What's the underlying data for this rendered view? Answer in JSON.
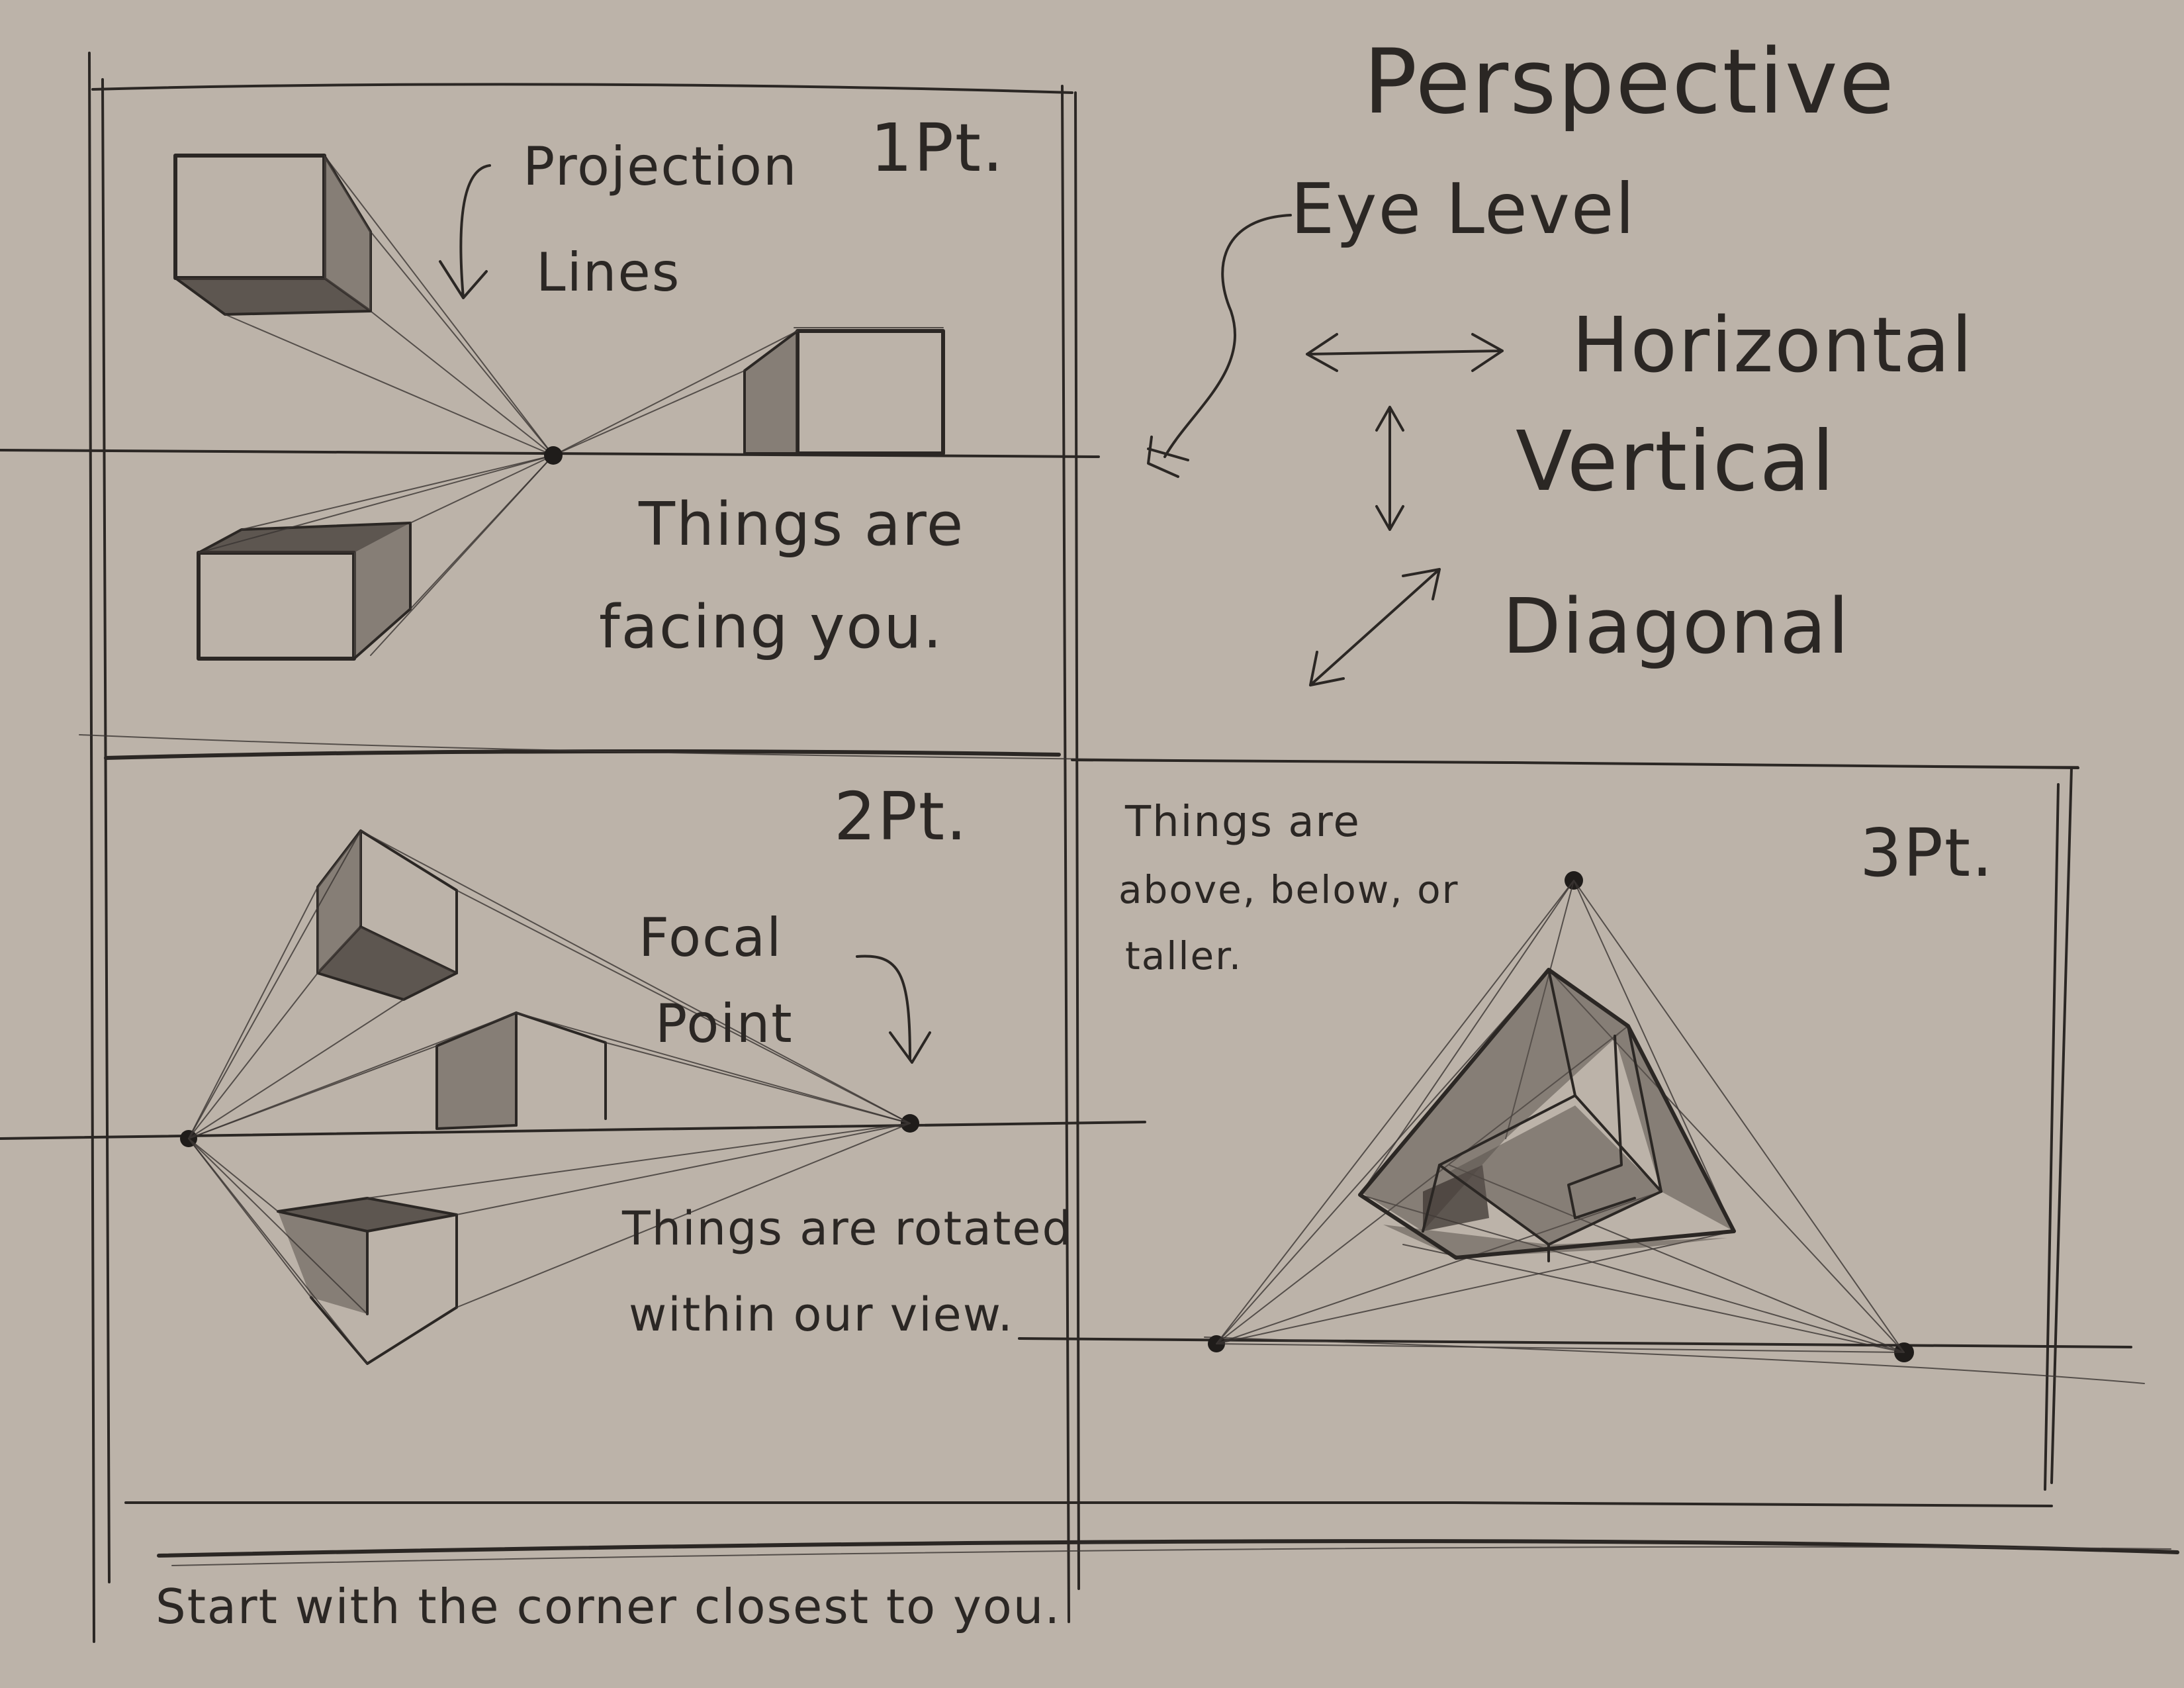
{
  "title": "Perspective",
  "concepts": {
    "eye_level": "Eye Level",
    "horizontal": "Horizontal",
    "vertical": "Vertical",
    "diagonal": "Diagonal"
  },
  "one_point": {
    "label": "1Pt.",
    "projection_lines": [
      "Projection",
      "Lines"
    ],
    "note": [
      "Things are",
      "facing you."
    ]
  },
  "two_point": {
    "label": "2Pt.",
    "focal_point": [
      "Focal",
      "Point"
    ],
    "note": [
      "Things are rotated",
      "within our view."
    ]
  },
  "three_point": {
    "label": "3Pt.",
    "note": [
      "Things are",
      "above, below, or",
      "taller."
    ]
  },
  "footer": "Start with the corner closest to you.",
  "colors": {
    "paper": "#bcb3a9",
    "pencil": "#2b2724"
  }
}
